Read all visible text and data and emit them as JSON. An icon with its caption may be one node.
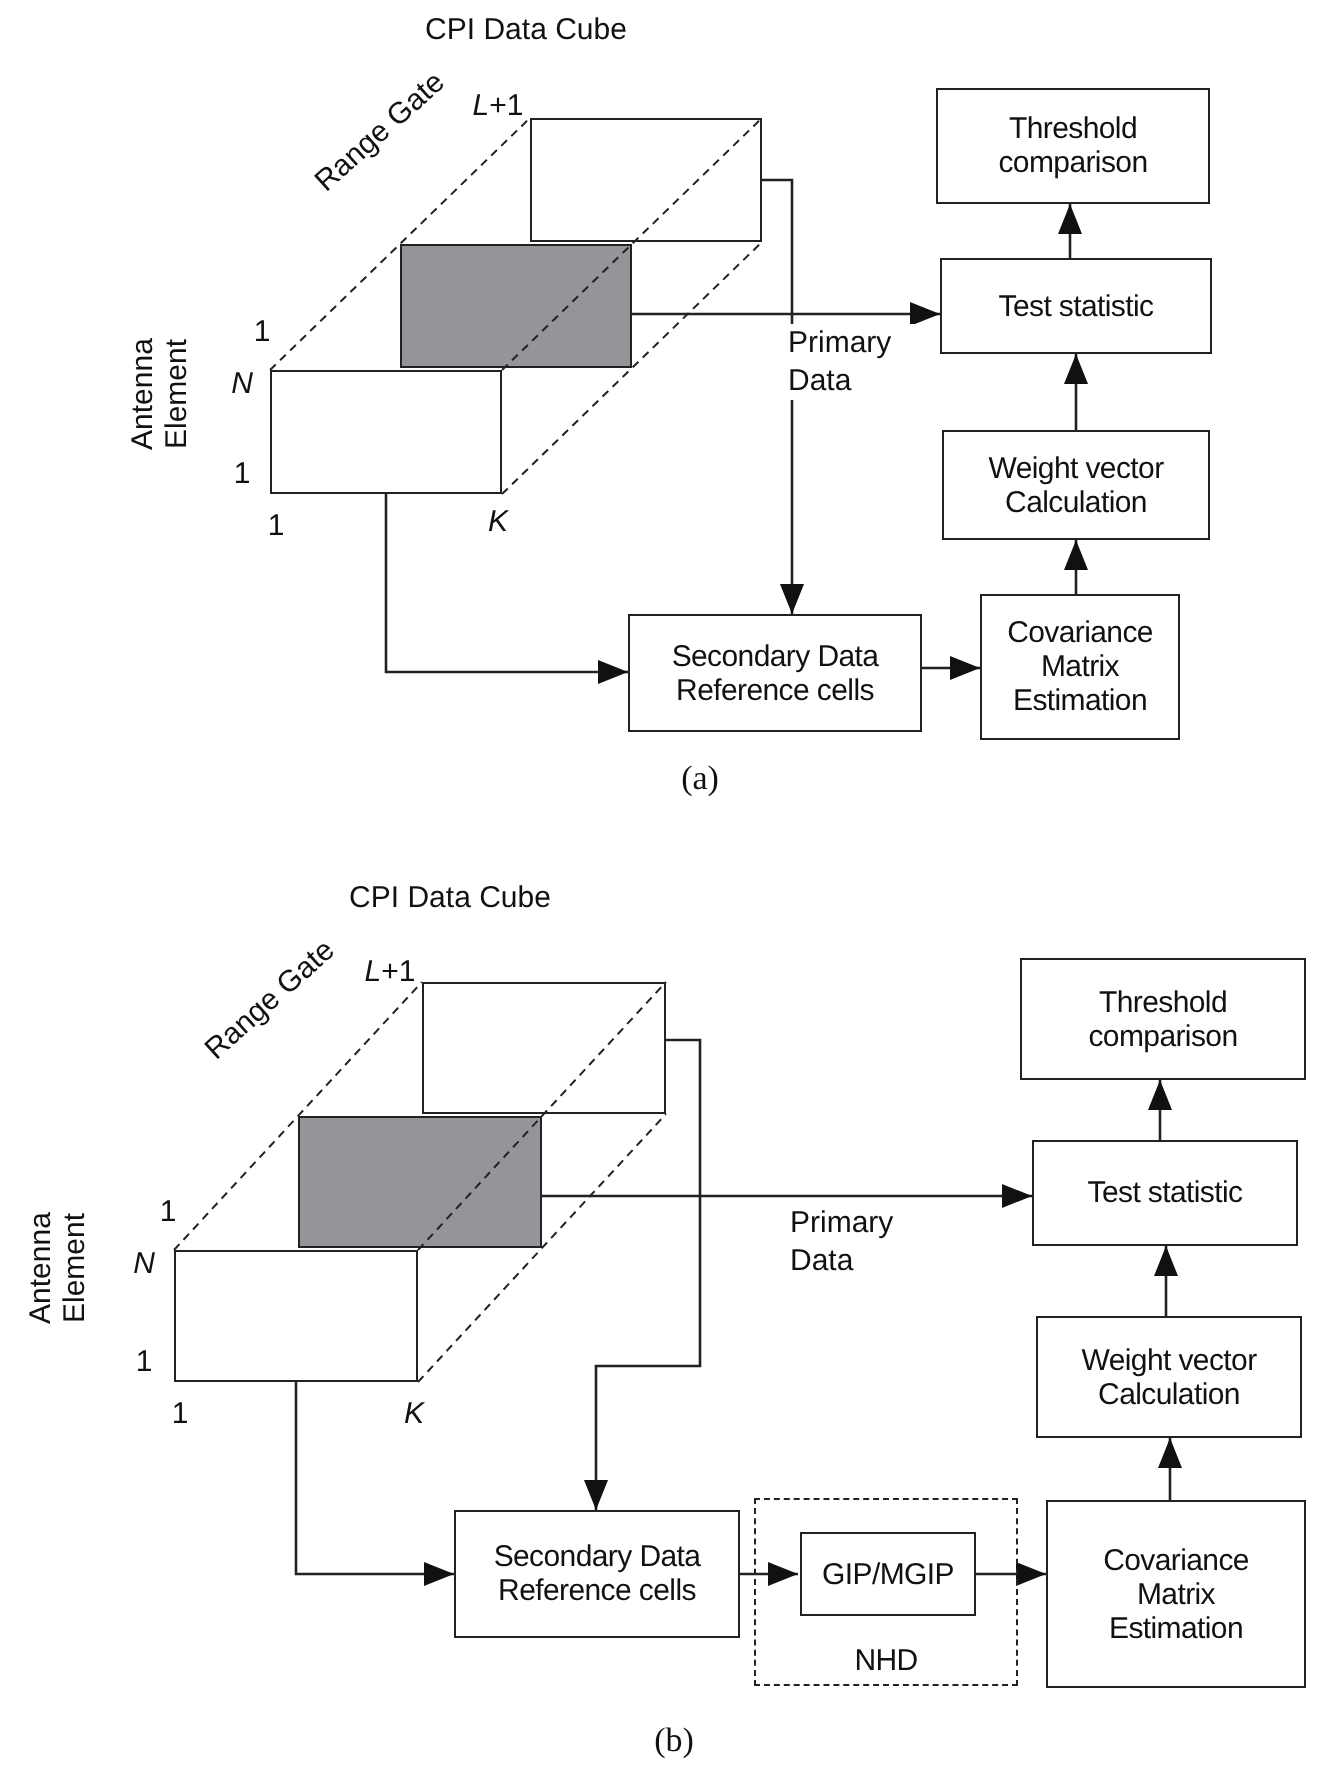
{
  "diagram": {
    "nodes": [
      {
        "text": [],
        "shape": "box"
      },
      {
        "text": [],
        "shape": "box"
      },
      {
        "text": [],
        "shape": "box"
      },
      {
        "text": [
          "Threshold comparison"
        ]
      },
      {
        "text": [
          "Test statistic"
        ]
      },
      {
        "text": [
          "Weight vector Calculation"
        ]
      },
      {
        "text": [
          "Secondary Data Reference cells"
        ]
      },
      {
        "text": [
          "Covariance Matrix Estimation"
        ]
      },
      {
        "text": [],
        "shape": "box"
      },
      {
        "text": [],
        "shape": "box"
      },
      {
        "text": [],
        "shape": "box"
      },
      {
        "text": [
          "Threshold comparison"
        ]
      },
      {
        "text": [
          "Test statistic"
        ]
      },
      {
        "text": [
          "Weight vector Calculation"
        ]
      },
      {
        "text": [
          "Secondary Data Reference cells"
        ]
      },
      {
        "text": [
          "NHD"
        ]
      },
      {
        "text": [
          "GIP/MGIP"
        ],
        "in": 15
      },
      {
        "text": [
          "Covariance Matrix Estimation"
        ]
      }
    ],
    "edges": [
      {
        "from": 1,
        "to": 4,
        "arrow": "to",
        "label": "Primary Data"
      },
      {
        "from": 2,
        "to": 6,
        "arrow": "to"
      },
      {
        "from": 0,
        "to": 6,
        "arrow": "to"
      },
      {
        "from": 6,
        "to": 7,
        "arrow": "to"
      },
      {
        "from": 7,
        "to": 5,
        "arrow": "to"
      },
      {
        "from": 5,
        "to": 4,
        "arrow": "to"
      },
      {
        "from": 4,
        "to": 3,
        "arrow": "to"
      },
      {
        "from": 9,
        "to": 12,
        "arrow": "to",
        "label": "Primary Data"
      },
      {
        "from": 10,
        "to": 14,
        "arrow": "to"
      },
      {
        "from": 8,
        "to": 14,
        "arrow": "to"
      },
      {
        "from": 14,
        "to": 16,
        "arrow": "to"
      },
      {
        "from": 16,
        "to": 17,
        "arrow": "to"
      },
      {
        "from": 17,
        "to": 13,
        "arrow": "to"
      },
      {
        "from": 13,
        "to": 12,
        "arrow": "to"
      },
      {
        "from": 12,
        "to": 11,
        "arrow": "to"
      }
    ],
    "labels": [
      "CPI Data Cube",
      "Range Gate",
      "*L*+1",
      "1",
      "N",
      "Antenna Element",
      "1",
      "1",
      "K",
      "(a)",
      "CPI Data Cube",
      "Range Gate",
      "*L*+1",
      "1",
      "N",
      "Antenna Element",
      "1",
      "1",
      "K",
      "(b)"
    ]
  }
}
